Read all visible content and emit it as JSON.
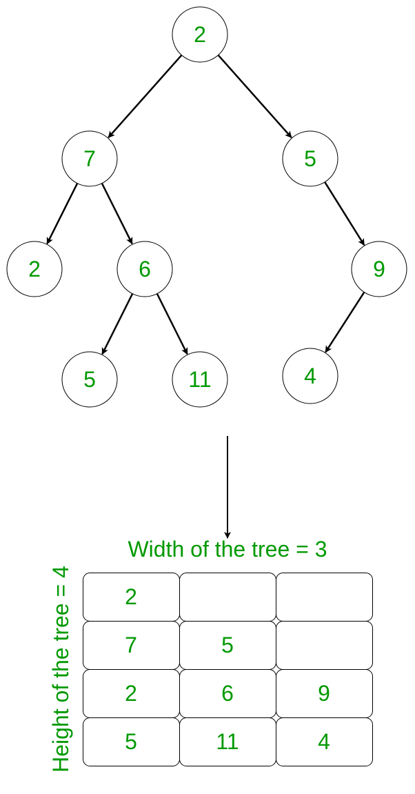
{
  "colors": {
    "text": "#009900",
    "stroke": "#000000"
  },
  "tree": {
    "nodes": [
      {
        "id": "n0",
        "value": "2"
      },
      {
        "id": "n1",
        "value": "7"
      },
      {
        "id": "n2",
        "value": "5"
      },
      {
        "id": "n3",
        "value": "2"
      },
      {
        "id": "n4",
        "value": "6"
      },
      {
        "id": "n5",
        "value": "9"
      },
      {
        "id": "n6",
        "value": "5"
      },
      {
        "id": "n7",
        "value": "11"
      },
      {
        "id": "n8",
        "value": "4"
      }
    ],
    "edges": [
      [
        "n0",
        "n1"
      ],
      [
        "n0",
        "n2"
      ],
      [
        "n1",
        "n3"
      ],
      [
        "n1",
        "n4"
      ],
      [
        "n2",
        "n5"
      ],
      [
        "n4",
        "n6"
      ],
      [
        "n4",
        "n7"
      ],
      [
        "n5",
        "n8"
      ]
    ]
  },
  "width_label": "Width of the tree = 3",
  "height_label": "Height of the tree = 4",
  "matrix": [
    [
      "2",
      "",
      ""
    ],
    [
      "7",
      "5",
      ""
    ],
    [
      "2",
      "6",
      "9"
    ],
    [
      "5",
      "11",
      "4"
    ]
  ]
}
